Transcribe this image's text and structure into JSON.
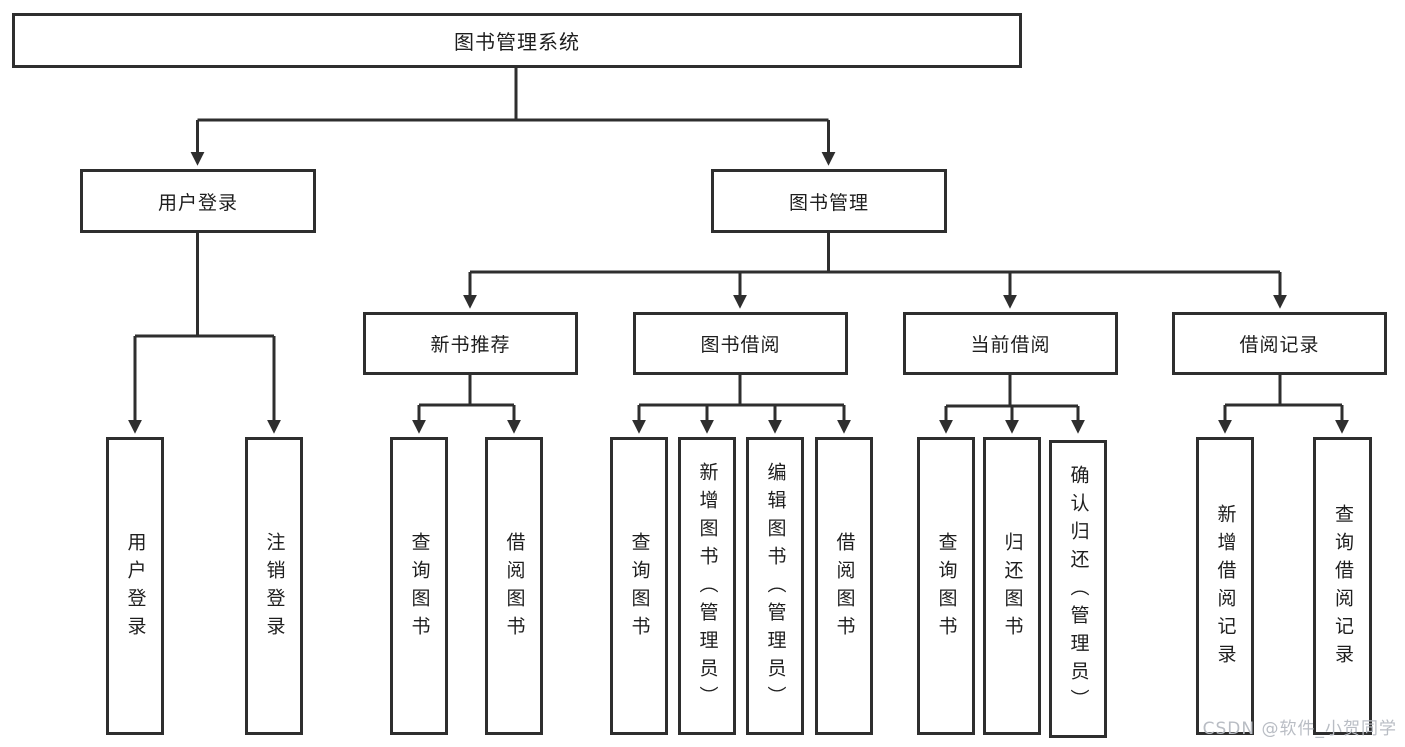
{
  "diagram": {
    "title": "图书管理系统",
    "level2": {
      "user_login": "用户登录",
      "book_mgmt": "图书管理"
    },
    "level3": {
      "new_book_rec": "新书推荐",
      "book_borrow": "图书借阅",
      "current_borrow": "当前借阅",
      "borrow_records": "借阅记录"
    },
    "leaves": {
      "user_login_1": "用户登录",
      "user_login_2": "注销登录",
      "new_book_1": "查询图书",
      "new_book_2": "借阅图书",
      "borrow_1": "查询图书",
      "borrow_2": "新增图书（管理员）",
      "borrow_3": "编辑图书（管理员）",
      "borrow_4": "借阅图书",
      "current_1": "查询图书",
      "current_2": "归还图书",
      "current_3": "确认归还（管理员）",
      "records_1": "新增借阅记录",
      "records_2": "查询借阅记录"
    },
    "colors": {
      "line": "#2e2e2e",
      "box_border": "#2e2e2e",
      "text": "#1e1e1e",
      "watermark": "#b9bdc4"
    }
  },
  "watermark": "CSDN @软件_小贺同学"
}
